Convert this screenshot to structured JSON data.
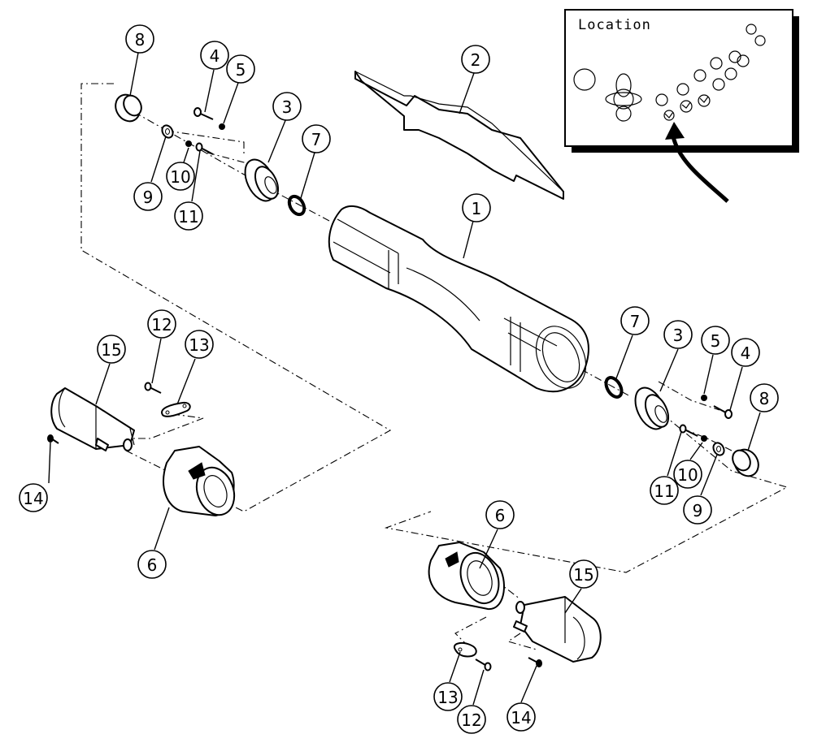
{
  "location_inset": {
    "title": "Location"
  },
  "callouts": [
    {
      "id": "c1",
      "label": "1"
    },
    {
      "id": "c2",
      "label": "2"
    },
    {
      "id": "c3a",
      "label": "3"
    },
    {
      "id": "c3b",
      "label": "3"
    },
    {
      "id": "c4a",
      "label": "4"
    },
    {
      "id": "c4b",
      "label": "4"
    },
    {
      "id": "c5a",
      "label": "5"
    },
    {
      "id": "c5b",
      "label": "5"
    },
    {
      "id": "c6a",
      "label": "6"
    },
    {
      "id": "c6b",
      "label": "6"
    },
    {
      "id": "c7a",
      "label": "7"
    },
    {
      "id": "c7b",
      "label": "7"
    },
    {
      "id": "c8a",
      "label": "8"
    },
    {
      "id": "c8b",
      "label": "8"
    },
    {
      "id": "c9a",
      "label": "9"
    },
    {
      "id": "c9b",
      "label": "9"
    },
    {
      "id": "c10a",
      "label": "10"
    },
    {
      "id": "c10b",
      "label": "10"
    },
    {
      "id": "c11a",
      "label": "11"
    },
    {
      "id": "c11b",
      "label": "11"
    },
    {
      "id": "c12a",
      "label": "12"
    },
    {
      "id": "c12b",
      "label": "12"
    },
    {
      "id": "c13a",
      "label": "13"
    },
    {
      "id": "c13b",
      "label": "13"
    },
    {
      "id": "c14a",
      "label": "14"
    },
    {
      "id": "c14b",
      "label": "14"
    },
    {
      "id": "c15a",
      "label": "15"
    },
    {
      "id": "c15b",
      "label": "15"
    }
  ]
}
